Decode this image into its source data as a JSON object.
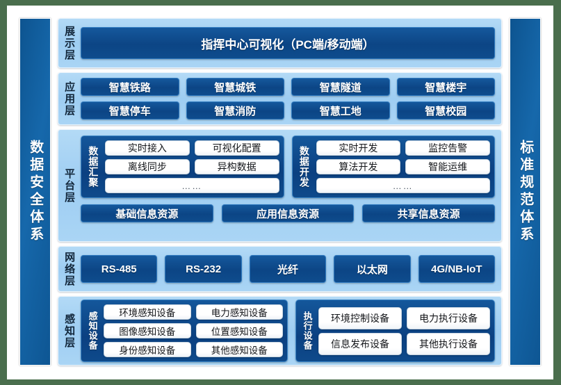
{
  "pillars": {
    "left": "数据安全体系",
    "right": "标准规范体系"
  },
  "layers": {
    "display": {
      "label": "展示层",
      "bar": "指挥中心可视化（PC端/移动端）"
    },
    "application": {
      "label": "应用层",
      "row1": [
        "智慧铁路",
        "智慧城铁",
        "智慧隧道",
        "智慧楼宇"
      ],
      "row2": [
        "智慧停车",
        "智慧消防",
        "智慧工地",
        "智慧校园"
      ]
    },
    "platform": {
      "label": "平台层",
      "groups": [
        {
          "label": "数据汇聚",
          "row1": [
            "实时接入",
            "可视化配置"
          ],
          "row2": [
            "离线同步",
            "异构数据"
          ],
          "more": "……"
        },
        {
          "label": "数据开发",
          "row1": [
            "实时开发",
            "监控告警"
          ],
          "row2": [
            "算法开发",
            "智能运维"
          ],
          "more": "……"
        }
      ],
      "resources": [
        "基础信息资源",
        "应用信息资源",
        "共享信息资源"
      ]
    },
    "network": {
      "label": "网络层",
      "items": [
        "RS-485",
        "RS-232",
        "光纤",
        "以太网",
        "4G/NB-IoT"
      ]
    },
    "perception": {
      "label": "感知层",
      "groups": [
        {
          "label": "感知设备",
          "row1": [
            "环境感知设备",
            "电力感知设备"
          ],
          "row2": [
            "图像感知设备",
            "位置感知设备"
          ],
          "row3": [
            "身份感知设备",
            "其他感知设备"
          ]
        },
        {
          "label": "执行设备",
          "row1": [
            "环境控制设备",
            "电力执行设备"
          ],
          "row2": [
            "信息发布设备",
            "其他执行设备"
          ]
        }
      ]
    }
  },
  "colors": {
    "chip_dark": "#0e4c8d",
    "band_light": "#9ecdf2",
    "pillar": "#1668ab",
    "backdrop": "#4a6e4d"
  }
}
